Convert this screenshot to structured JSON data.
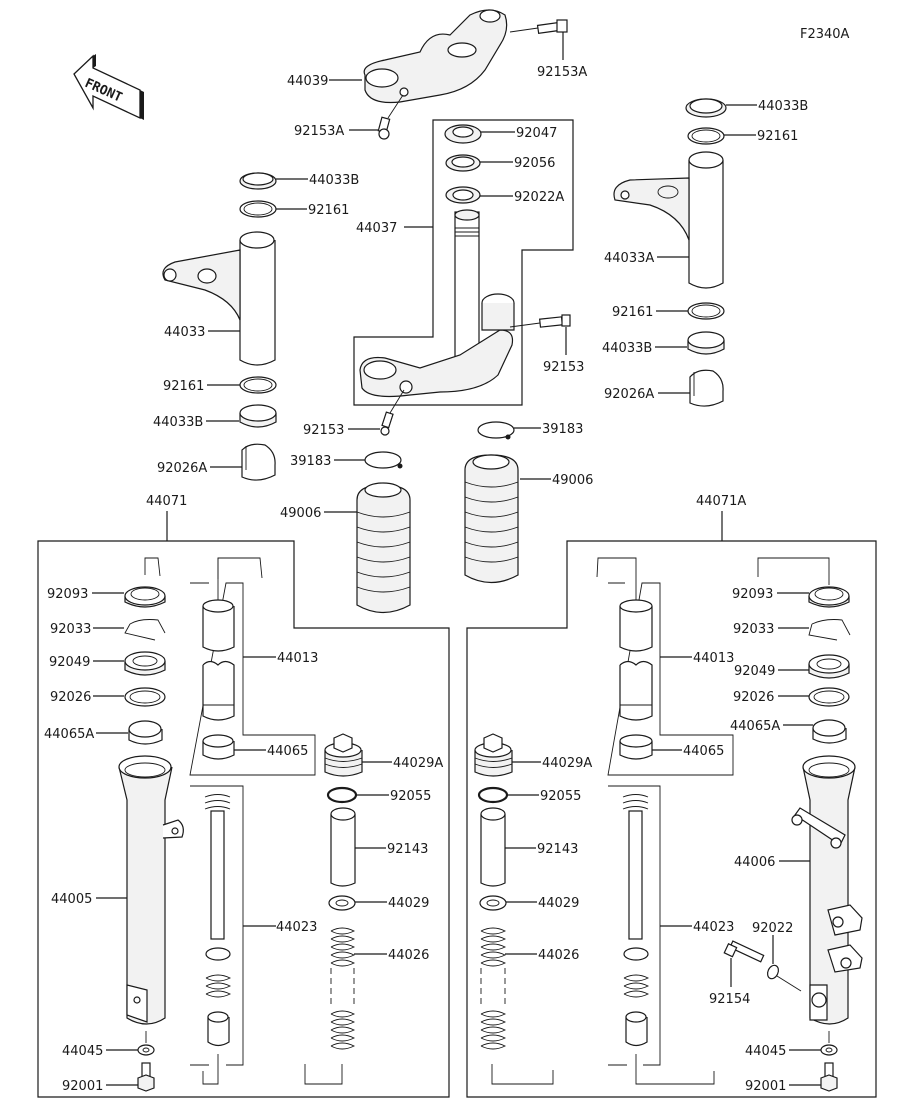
{
  "diagram": {
    "code": "F2340A",
    "front_arrow": "FRONT",
    "labels": {
      "upper_bracket": "44039",
      "upper_bracket_bolt_top": "92153A",
      "upper_bracket_bolt_bottom": "92153A",
      "stem_nut": "92047",
      "stem_washer": "92056",
      "stem_washer_a": "92022A",
      "stem_assy": "44037",
      "stem_bolt_right": "92153",
      "stem_bolt_bottom": "92153",
      "left_ring_top": "44033B",
      "left_circlip_top": "92161",
      "left_tube_cover": "44033",
      "left_circlip_bottom": "92161",
      "left_ring_bottom": "44033B",
      "left_guide": "92026A",
      "right_ring_top": "44033B",
      "right_circlip_top": "92161",
      "right_tube_cover": "44033A",
      "right_circlip_bottom": "92161",
      "right_ring_bottom": "44033B",
      "right_guide": "92026A",
      "left_band": "39183",
      "left_boot": "49006",
      "right_band": "39183",
      "right_boot": "49006",
      "left_fork_assy": "44071",
      "right_fork_assy": "44071A",
      "l_seal_dust": "92093",
      "l_ring_snap": "92033",
      "l_oil_seal": "92049",
      "l_washer": "92026",
      "l_bushing_a": "44065A",
      "l_inner_tube": "44013",
      "l_bushing": "44065",
      "l_cap": "44029A",
      "l_oring": "92055",
      "l_collar": "92143",
      "l_seat": "44029",
      "l_cylinder": "44023",
      "l_spring": "44026",
      "l_outer_tube": "44005",
      "l_gasket": "44045",
      "l_bolt": "92001",
      "r_seal_dust": "92093",
      "r_ring_snap": "92033",
      "r_oil_seal": "92049",
      "r_washer": "92026",
      "r_bushing_a": "44065A",
      "r_inner_tube": "44013",
      "r_bushing": "44065",
      "r_cap": "44029A",
      "r_oring": "92055",
      "r_collar": "92143",
      "r_seat": "44029",
      "r_cylinder": "44023",
      "r_spring": "44026",
      "r_outer_tube": "44006",
      "r_axle_washer": "92022",
      "r_axle_bolt": "92154",
      "r_gasket": "44045",
      "r_bolt": "92001"
    }
  }
}
